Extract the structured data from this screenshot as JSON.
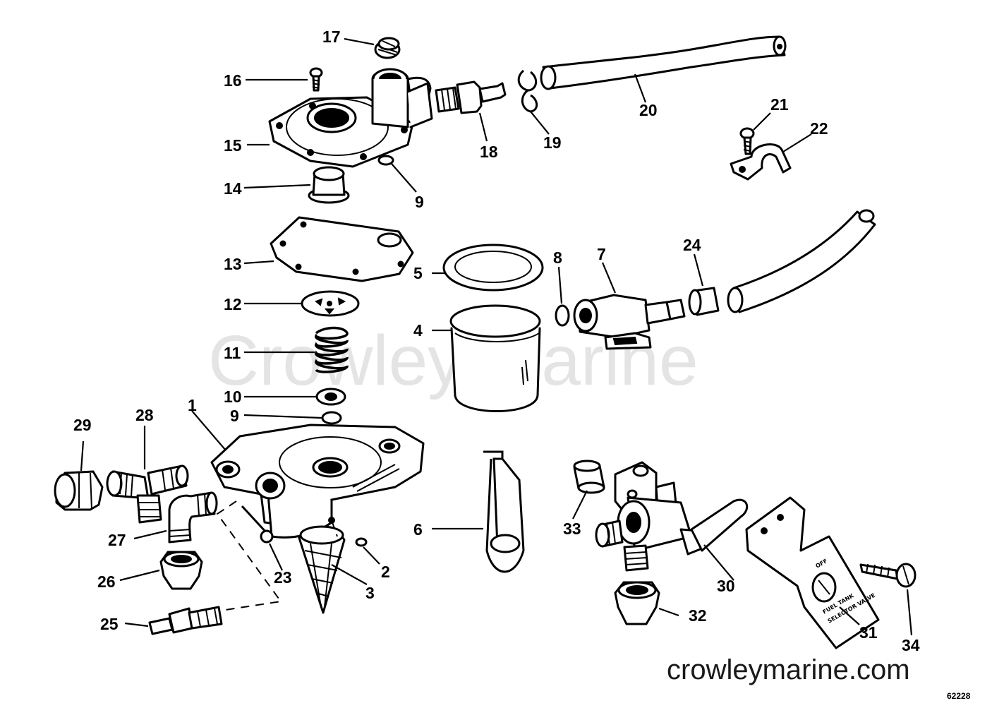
{
  "watermark": "Crowley Marine",
  "site_url": "crowleymarine.com",
  "drawing_code": "62228",
  "switch_plate": {
    "off": "OFF",
    "caption_1": "FUEL TANK",
    "caption_2": "SELECTOR VALVE"
  },
  "callouts": [
    {
      "id": "c1",
      "label": "1"
    },
    {
      "id": "c2",
      "label": "2"
    },
    {
      "id": "c3",
      "label": "3"
    },
    {
      "id": "c4",
      "label": "4"
    },
    {
      "id": "c5",
      "label": "5"
    },
    {
      "id": "c6",
      "label": "6"
    },
    {
      "id": "c7",
      "label": "7"
    },
    {
      "id": "c8",
      "label": "8"
    },
    {
      "id": "c9a",
      "label": "9"
    },
    {
      "id": "c9b",
      "label": "9"
    },
    {
      "id": "c10",
      "label": "10"
    },
    {
      "id": "c11",
      "label": "11"
    },
    {
      "id": "c12",
      "label": "12"
    },
    {
      "id": "c13",
      "label": "13"
    },
    {
      "id": "c14",
      "label": "14"
    },
    {
      "id": "c15",
      "label": "15"
    },
    {
      "id": "c16",
      "label": "16"
    },
    {
      "id": "c17",
      "label": "17"
    },
    {
      "id": "c18",
      "label": "18"
    },
    {
      "id": "c19",
      "label": "19"
    },
    {
      "id": "c20",
      "label": "20"
    },
    {
      "id": "c21",
      "label": "21"
    },
    {
      "id": "c22",
      "label": "22"
    },
    {
      "id": "c23",
      "label": "23"
    },
    {
      "id": "c24",
      "label": "24"
    },
    {
      "id": "c25",
      "label": "25"
    },
    {
      "id": "c26",
      "label": "26"
    },
    {
      "id": "c27",
      "label": "27"
    },
    {
      "id": "c28",
      "label": "28"
    },
    {
      "id": "c29",
      "label": "29"
    },
    {
      "id": "c30",
      "label": "30"
    },
    {
      "id": "c31",
      "label": "31"
    },
    {
      "id": "c32",
      "label": "32"
    },
    {
      "id": "c33",
      "label": "33"
    },
    {
      "id": "c34",
      "label": "34"
    }
  ]
}
